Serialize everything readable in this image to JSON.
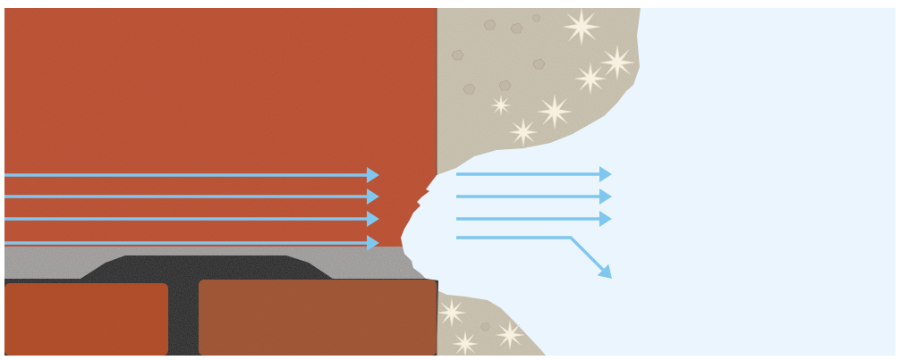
{
  "diagram": {
    "colors": {
      "frame": "#ffffff",
      "brick_upper": "#c2593a",
      "brick_lower_left": "#b7532f",
      "brick_lower_right": "#a55c3b",
      "mortar_gray": "#a9a7a5",
      "mortar_dark": "#2b2b2b",
      "render_wall": "#cfc8b5",
      "crystal": "#f5efe0",
      "air_background": "#eaf5fd",
      "arrow": "#7fc7ef"
    },
    "arrows": [
      {
        "id": "arrow-row-1",
        "shape": "straight",
        "region": "brick"
      },
      {
        "id": "arrow-row-2",
        "shape": "straight",
        "region": "brick"
      },
      {
        "id": "arrow-row-3",
        "shape": "straight",
        "region": "brick"
      },
      {
        "id": "arrow-row-4",
        "shape": "straight",
        "region": "brick"
      },
      {
        "id": "arrow-out-1",
        "shape": "straight",
        "region": "outside"
      },
      {
        "id": "arrow-out-2",
        "shape": "straight",
        "region": "outside"
      },
      {
        "id": "arrow-out-3",
        "shape": "straight",
        "region": "outside"
      },
      {
        "id": "arrow-out-4",
        "shape": "bent-down",
        "region": "outside"
      }
    ],
    "icons": [
      "salt-crystal-icon"
    ]
  }
}
